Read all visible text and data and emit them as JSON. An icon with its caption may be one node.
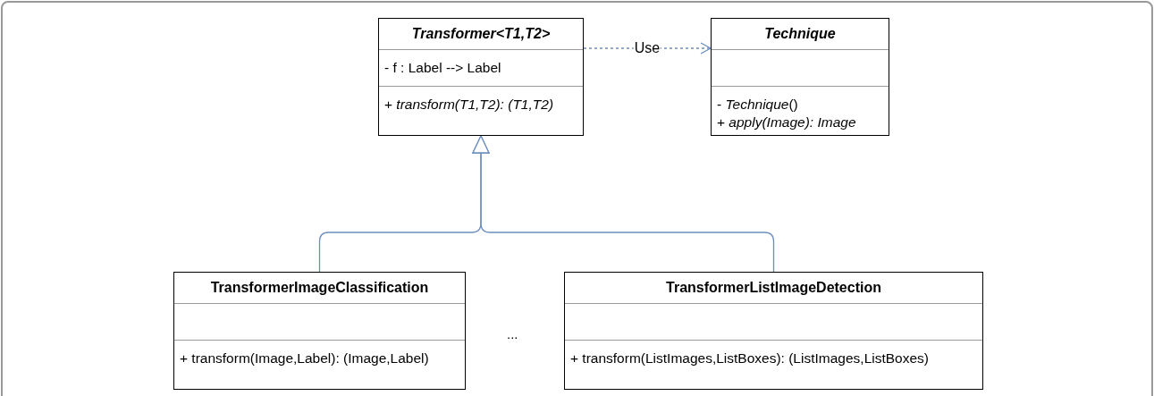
{
  "diagram": {
    "nodes": [
      {
        "text": [
          "*Transformer<T1,T2>*",
          "- f : Label --> Label",
          "+ *transform(T1,T2): (T1,T2)*"
        ]
      },
      {
        "text": [
          "*Technique*",
          "- *Technique*()",
          "+ *apply(Image): Image*"
        ]
      },
      {
        "text": [
          "TransformerImageClassification",
          "+ transform(Image,Label): (Image,Label)"
        ]
      },
      {
        "text": [
          "TransformerListImageDetection",
          "+ transform(ListImages,ListBoxes): (ListImages,ListBoxes)"
        ]
      }
    ],
    "edges": [
      {
        "from": 0,
        "to": 1,
        "arrow": "to",
        "label": "Use",
        "style": "dashed"
      },
      {
        "from": 2,
        "to": 0,
        "arrow": "to"
      },
      {
        "from": 3,
        "to": 0,
        "arrow": "to"
      }
    ],
    "labels": [
      "..."
    ]
  }
}
